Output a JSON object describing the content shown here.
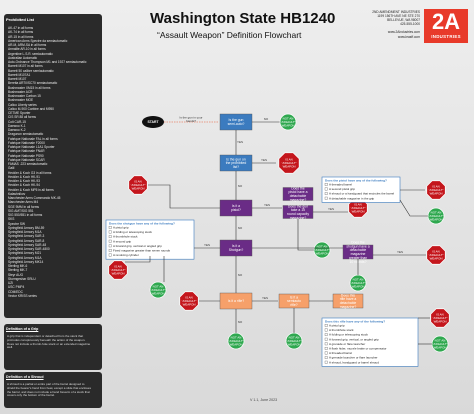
{
  "sidebar": {
    "title": "Prohibited List",
    "items": [
      "AK-47 in all forms",
      "AK-74 in all forms",
      "AR-15 in all forms",
      "American Arms Spectre da semiautomatic",
      "AR-M, ARM-SA in all forms",
      "Armalite AR-10 in all forms",
      "Argentine L.S.R. semiautomatic",
      "Australian Automatic",
      "Auto-Ordnance Thompson M1 and 1927 semiautomatic",
      "Barrett M107 in all forms",
      "Barrett 50 calibre semiautomatic",
      "Barrett M107A1",
      "Barrett M107",
      "Beretta AR70/SC70 semiautomatic",
      "Bushmaster XM15 in all forms",
      "Bushmaster ACR",
      "Bushmaster Carbon 15",
      "Bushmaster MOE",
      "Calico Liberty series",
      "Calico M-900 Carbine and M950",
      "CETME Sporter",
      "CIS SR 88 all forms",
      "Colt CAR-15",
      "Daewoo K-1",
      "Daewoo K-2",
      "Dragunov semiautomatic",
      "Fabrique Nationale FAL in all forms",
      "Fabrique Nationale F2000",
      "Fabrique Nationale L1A1 Sporter",
      "Fabrique Nationale FNAR",
      "Fabrique Nationale PS90",
      "Fabrique Nationale SCAR",
      "FAMAS .223 semiautomatic",
      "Galil",
      "Heckler & Koch G3 in all forms",
      "Heckler & Koch HK-91",
      "Heckler & Koch HK-93",
      "Heckler & Koch HK-94",
      "Heckler & Koch MP5 in all forms",
      "Kalashnikov",
      "Manchester Arms Commando MK-45",
      "Manchester Arms M4",
      "SGE 9MM in all forms",
      "SIG AMT/SIG 551",
      "SIG 550/551 in all forms",
      "SKS",
      "Spectre SW",
      "Springfield Armory BM-59",
      "Springfield Armory M1A",
      "Springfield Armory SAR-3",
      "Springfield Armory SAR-8",
      "Springfield Armory SAR-48",
      "Springfield Armory SAR-4800",
      "Springfield Armory M21",
      "Springfield Armory M1A",
      "Springfield Armory MK14",
      "Sterling MK-6",
      "Sterling MK-7",
      "Steyr AUG",
      "Sturmgeshar SRLU",
      "UZI",
      "USC PMP4",
      "CDM/EDC",
      "Vector KRISS series"
    ]
  },
  "definitions": [
    {
      "title": "Definition of a Grip",
      "body": "A grip that is independent or detached from the stock that protrudes conspicuously beneath the action of the weapon. Does not include a thumb-hole stock or an extended magazine well."
    },
    {
      "title": "Definition of a Shroud",
      "body": "A shroud is a partial or entire part of the barrel designed to shield the bearer's hand from heat, except a slide that encloses the barrel, and does not include a hand forearm of a stock that covers only the bottom of the barrel."
    }
  ],
  "header": {
    "title": "Washington State HB1240",
    "subtitle": "“Assault Weapon” Definition Flowchart",
    "org_lines": [
      "2ND AMENDMENT INDUSTRIES",
      "1199 156TH AVE NE STE 270",
      "BELLEVUE, WA 98007",
      "425-555-1000",
      "",
      "www.2Aindustries.com",
      "www.leasff.com"
    ],
    "logo_big": "2A",
    "logo_small": "INDUSTRIES"
  },
  "footer": "V 1.1, June 2023",
  "flow": {
    "start": "START",
    "start_hint": "Is the gun in your hands?",
    "q_gun": "Is the gun semi-auto?",
    "q_list": "Is the gun on the prohibited list?",
    "q_pistol": "Is it a pistol?",
    "q_rifle": "Is it a rifle?",
    "q_shotgun": "Is it a Shotgun?",
    "q_pistol_mag": "Does the pistol have a detachable magazine?",
    "q_pistol_cap": "Does the gun take a 15 round capacity magazine?",
    "q_semi_shot": "Does the shotgun have any of the following?",
    "q_shot_mag": "Does the shotgun have a detachable magazine greater than 10 rounds?",
    "q_rifle_fixed": "Is it a semiauto rifle?",
    "q_rifle_mag": "Does this rifle have a detachable magazine?",
    "q_pistol_features": "Does the pistol have any of the following?",
    "q_rifle_features": "Does this rifle have any of the following?",
    "yes": "YES",
    "no": "NO",
    "is_aw": "IS AN “ASSAULT” WEAPON",
    "not_aw": "NOT AN “ASSAULT” WEAPON",
    "shotgun_features": [
      "A pistol grip",
      "A folding or telescoping stock",
      "A thumbhole stock",
      "A second grip",
      "A forward grip, vertical or angled grip",
      "Fixed magazine greater than seven rounds",
      "A revolving cylinder"
    ],
    "pistol_features": [
      "A threaded barrel",
      "A second pistol grip",
      "A shroud or a handguard that encircles the barrel",
      "A detachable magazine in the grip"
    ],
    "rifle_features": [
      "A pistol grip",
      "A thumbhole stock",
      "A folding or telescoping stock",
      "A forward grip, vertical, or angled grip",
      "A grenade or flare launcher",
      "A flash hider, muzzle brake or compensator",
      "A threaded barrel",
      "A grenade launcher or flare launcher",
      "A shroud, handguard or barrel shroud"
    ]
  },
  "colors": {
    "accent": "#e8522a",
    "purple": "#6a2c86",
    "blue": "#3b7bbf",
    "red": "#c4161c",
    "green": "#2fa84f",
    "peach": "#f6a06a"
  }
}
